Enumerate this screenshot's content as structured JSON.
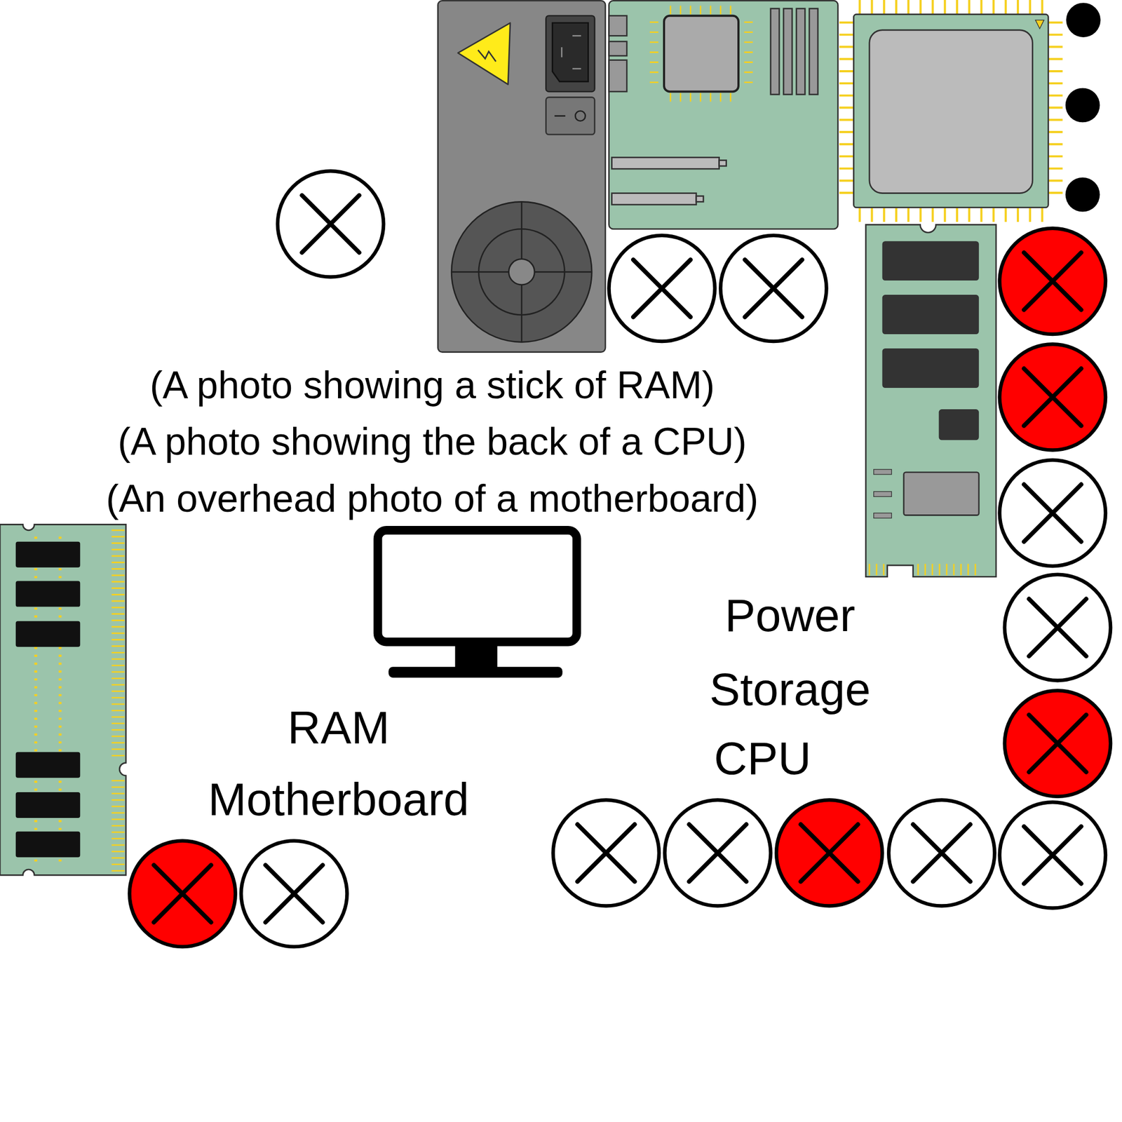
{
  "diagram": {
    "labels": [
      "(A photo showing a stick of RAM)",
      "(A photo showing the back of a CPU)",
      "(An overhead photo of a motherboard)",
      "Power",
      "Storage",
      "CPU",
      "RAM",
      "Motherboard"
    ]
  }
}
